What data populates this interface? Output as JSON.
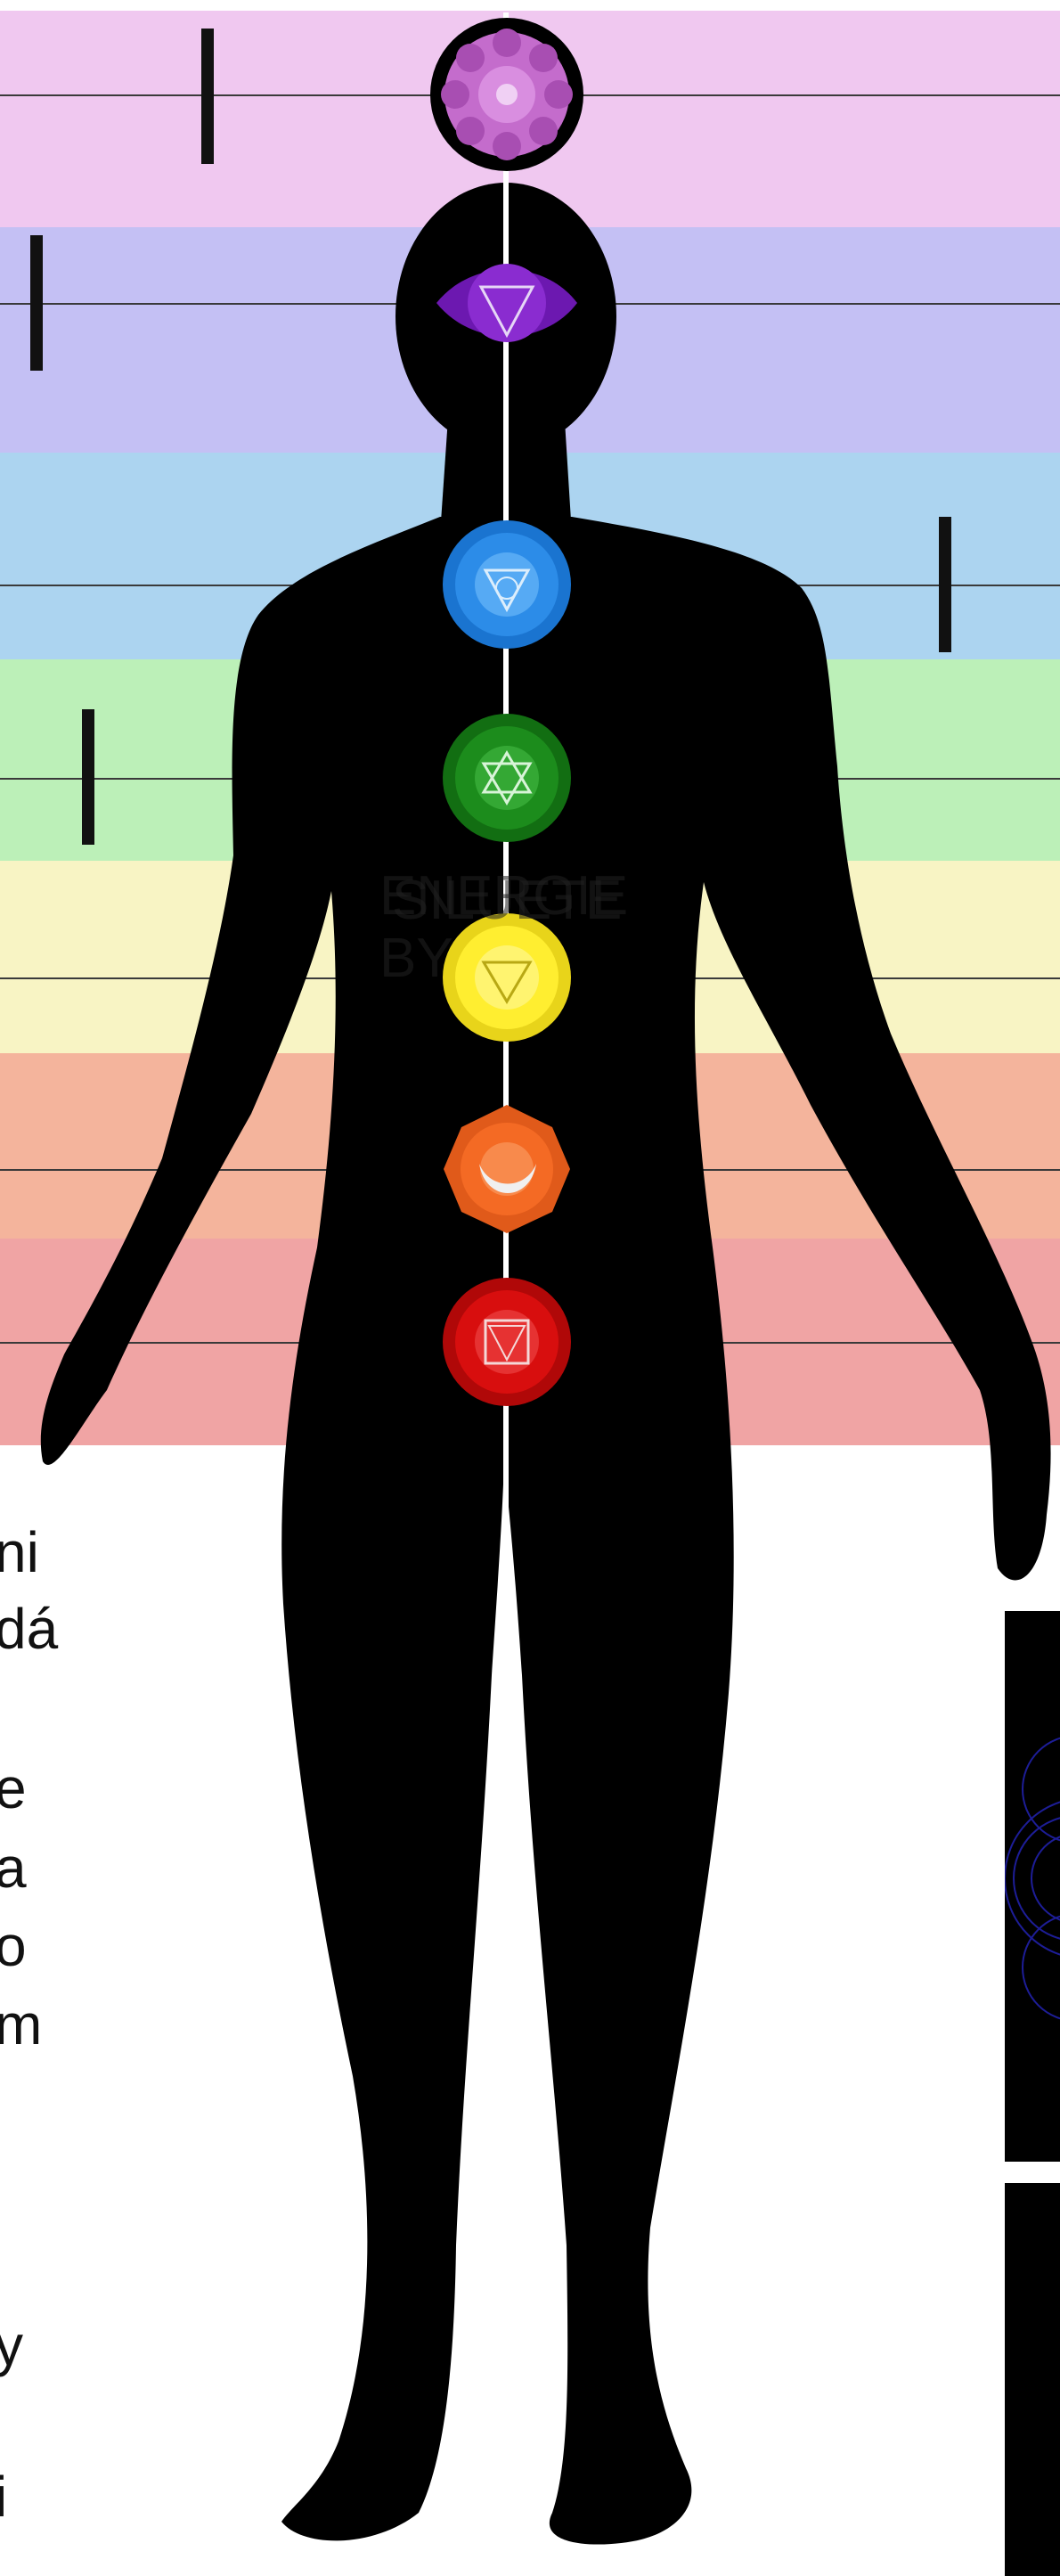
{
  "colors": {
    "crown_band": "#f0c8f0",
    "third_eye_band": "#c4c0f4",
    "throat_band": "#acd4f0",
    "heart_band": "#bcf0b8",
    "solar_band": "#f8f4c4",
    "sacral_band": "#f4b49c",
    "root_band": "#f0a4a4",
    "crown_chakra": "#c46ccc",
    "third_eye_chakra": "#6c18b0",
    "throat_chakra": "#2c8ce8",
    "heart_chakra": "#1c8c1c",
    "solar_chakra": "#ffee30",
    "sacral_chakra": "#f46a24",
    "root_chakra": "#d80e0e",
    "silhouette": "#000000"
  },
  "overlay": {
    "line1_a": "ENERGIE",
    "line1_b": "SILUETE",
    "line2": "BY"
  },
  "text_fragments": [
    "ni",
    "dá",
    "e",
    "a",
    "o",
    "m",
    "y",
    "i"
  ],
  "thumbnails": [
    "mandala-thumbnail",
    "dark-thumbnail"
  ],
  "icons": [
    "crown-chakra-icon",
    "third-eye-chakra-icon",
    "throat-chakra-icon",
    "heart-chakra-icon",
    "solar-plexus-chakra-icon",
    "sacral-chakra-icon",
    "root-chakra-icon"
  ]
}
